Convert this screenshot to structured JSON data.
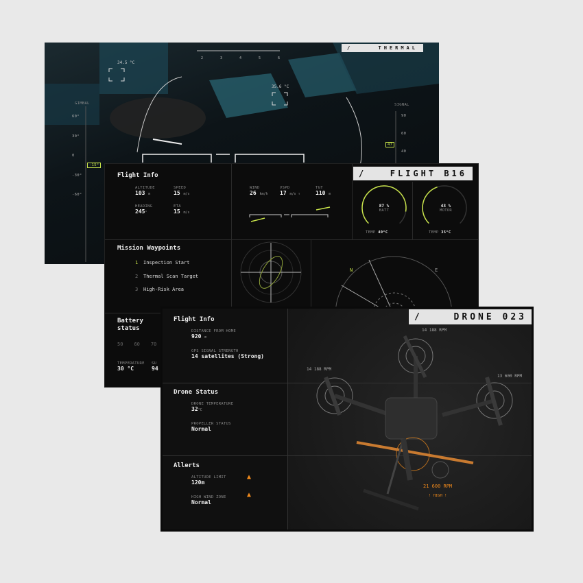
{
  "colors": {
    "accent": "#c8e34a",
    "warning": "#f08a1c",
    "background": "#e9e9e9",
    "panel": "#0c0c0c"
  },
  "thermal": {
    "tag": "THERMAL",
    "slash": "/",
    "scale_ticks": [
      "2",
      "3",
      "4",
      "5",
      "6"
    ],
    "readings": [
      "34.5 °C",
      "35.6 °C"
    ],
    "gimbal": {
      "label": "GIMBAL",
      "ticks": [
        "60°",
        "30°",
        "0",
        "-30°",
        "-60°"
      ],
      "current": "-15°"
    },
    "signal": {
      "label": "SIGNAL",
      "ticks": [
        "90",
        "60",
        "40"
      ],
      "current": "47"
    }
  },
  "flight": {
    "tag": "FLIGHT B16",
    "slash": "/",
    "info_title": "Flight Info",
    "metrics": [
      {
        "label": "ALTITUDE",
        "value": "103",
        "unit": "m"
      },
      {
        "label": "SPEED",
        "value": "15",
        "unit": "m/s"
      },
      {
        "label": "HEADING",
        "value": "245",
        "unit": "°"
      },
      {
        "label": "ETA",
        "value": "15",
        "unit": "m/s"
      }
    ],
    "env": [
      {
        "label": "WIND",
        "value": "26",
        "unit": "km/h"
      },
      {
        "label": "VSPD",
        "value": "17",
        "unit": "m/s ↑"
      },
      {
        "label": "TGT",
        "value": "110",
        "unit": "m"
      }
    ],
    "gauges": [
      {
        "value": "87 %",
        "label": "BATT",
        "temp_label": "TEMP",
        "temp": "40°C",
        "level": 0.87
      },
      {
        "value": "43 %",
        "label": "MOTOR",
        "temp_label": "TEMP",
        "temp": "35°C",
        "level": 0.43
      }
    ],
    "waypoints_title": "Mission Waypoints",
    "waypoints": [
      {
        "n": "1",
        "name": "Inspection Start",
        "active": true
      },
      {
        "n": "2",
        "name": "Thermal Scan Target",
        "active": false
      },
      {
        "n": "3",
        "name": "High-Risk Area",
        "active": false
      }
    ],
    "compass": {
      "n": "N",
      "e": "E"
    },
    "battery_title": "Battery status",
    "battery_scale": [
      "50",
      "60",
      "70"
    ],
    "battery_temp_label": "TEMPERATURE",
    "battery_temp": "30 °C",
    "battery_sub_label": "SU",
    "battery_sub": "94"
  },
  "drone": {
    "tag": "DRONE 023",
    "slash": "/",
    "info_title": "Flight Info",
    "distance_label": "DISTANCE FROM HOME",
    "distance": "920",
    "distance_unit": "m",
    "gps_label": "GPS SIGNAL STRENGTH",
    "gps": "14 satellites (Strong)",
    "status_title": "Drone Status",
    "temp_label": "DRONE TEMPERATURE",
    "temp": "32",
    "temp_unit": "°C",
    "prop_label": "PROPELLER STATUS",
    "prop": "Normal",
    "alerts_title": "Allerts",
    "alerts": [
      {
        "label": "ALTITUDE LIMIT",
        "value": "120m",
        "icon": "warning-triangle-icon"
      },
      {
        "label": "HIGH WIND ZONE",
        "value": "Normal",
        "icon": "warning-triangle-icon"
      }
    ],
    "rpm": {
      "top": "14 188 RPM",
      "left": "14 188 RPM",
      "right": "13 600 RPM",
      "front": "21 600 RPM",
      "front_status": "! HIGH !"
    }
  }
}
